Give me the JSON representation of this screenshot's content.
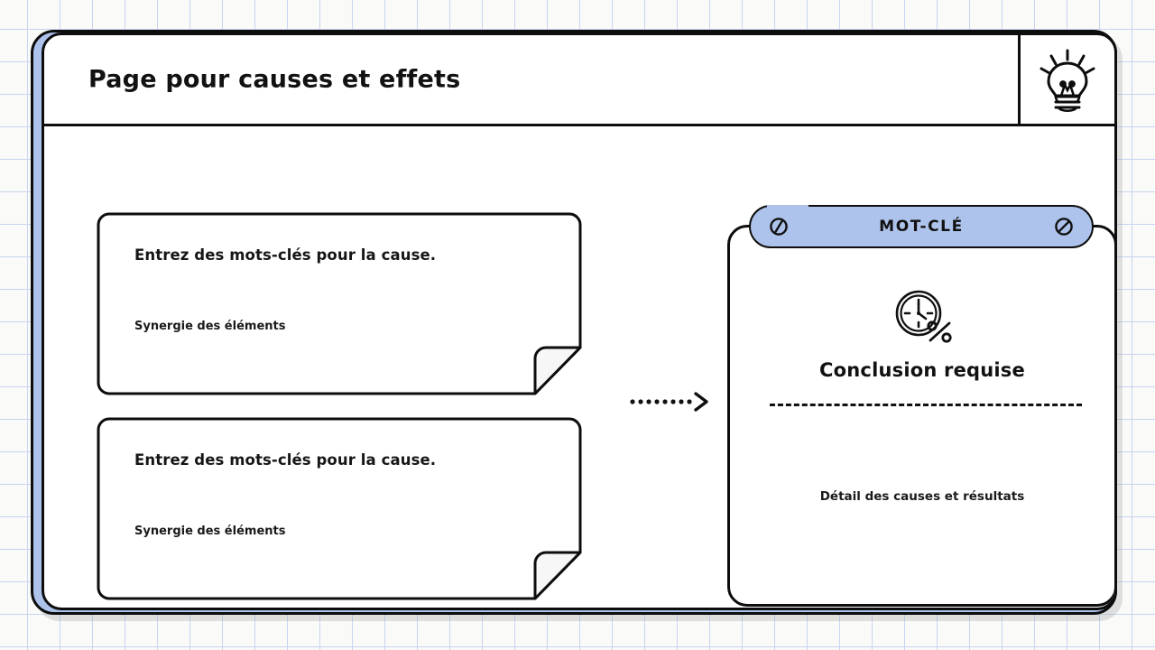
{
  "theme": {
    "accent_blue": "#aec3ec",
    "ink": "#0d0d0d",
    "paper": "#ffffff",
    "background": "#fafaf8",
    "grid_line": "#c8d4f2"
  },
  "header": {
    "title": "Page pour causes et effets",
    "icon": "lightbulb-icon"
  },
  "causes": [
    {
      "title": "Entrez des mots-clés pour la cause.",
      "subtitle": "Synergie des éléments"
    },
    {
      "title": "Entrez des mots-clés pour la cause.",
      "subtitle": "Synergie des éléments"
    }
  ],
  "connector": {
    "style": "dotted-arrow",
    "direction": "right",
    "dot_count": 11
  },
  "effect": {
    "pill_label": "MOT-CLÉ",
    "pill_icon_left": "circle-slash-icon",
    "pill_icon_right": "circle-slash-icon",
    "icon": "clock-percent-icon",
    "heading": "Conclusion requise",
    "divider": "dashed-line",
    "detail": "Détail des causes et résultats"
  }
}
